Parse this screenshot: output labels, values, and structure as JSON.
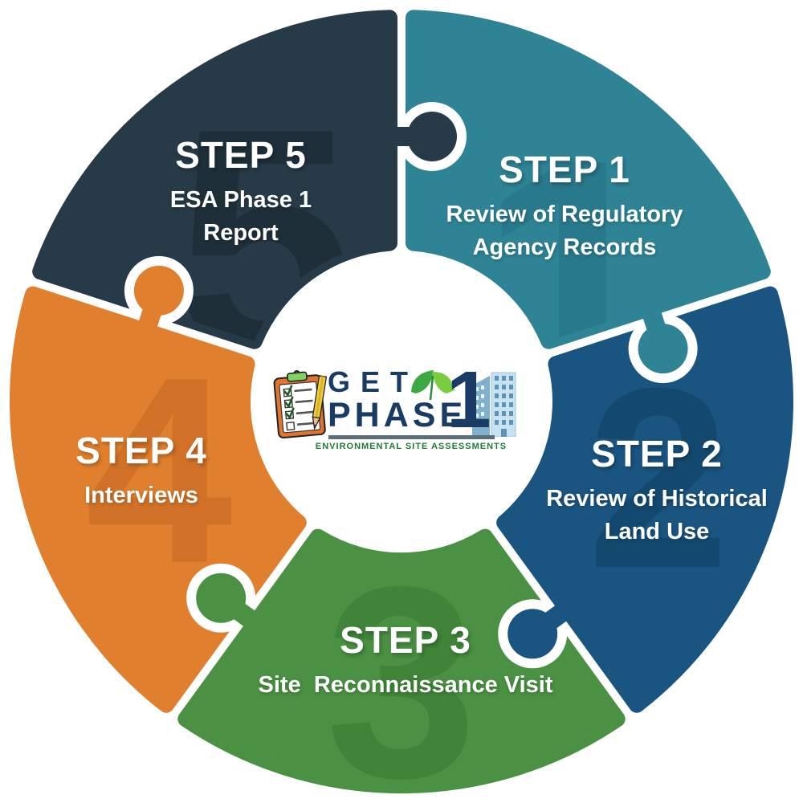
{
  "diagram": {
    "type": "circular-puzzle-process",
    "step_count": 5
  },
  "steps": [
    {
      "id": "step-1",
      "title": "STEP 1",
      "line1": "Review of Regulatory",
      "line2": "Agency Records",
      "numeral": "1",
      "color": "#2e8495",
      "numeral_color": "#28798c"
    },
    {
      "id": "step-2",
      "title": "STEP 2",
      "line1": "Review of Historical",
      "line2": "Land Use",
      "numeral": "2",
      "color": "#1a5480",
      "numeral_color": "#14496f"
    },
    {
      "id": "step-3",
      "title": "STEP 3",
      "line1": "Site  Reconnaissance Visit",
      "line2": "",
      "numeral": "3",
      "color": "#4a9143",
      "numeral_color": "#3f8438"
    },
    {
      "id": "step-4",
      "title": "STEP 4",
      "line1": "Interviews",
      "line2": "",
      "numeral": "4",
      "color": "#e0802e",
      "numeral_color": "#d17127"
    },
    {
      "id": "step-5",
      "title": "STEP 5",
      "line1": "ESA Phase 1",
      "line2": "Report",
      "numeral": "5",
      "color": "#273a47",
      "numeral_color": "#1f2f3a"
    }
  ],
  "logo": {
    "get": "GET",
    "phase": "PHASE",
    "one": "1",
    "tagline": "ENVIRONMENTAL SITE ASSESSMENTS",
    "navy": "#1a3b63",
    "tagline_green": "#1e7b36",
    "underline_color": "#5d6e7b",
    "clipboard_orange": "#e2752d",
    "clip_green": "#7fd35f",
    "pencil_yellow": "#f1cf3b",
    "leaf_dark_green": "#3da944",
    "leaf_light_green": "#7ccc42",
    "building_left_blue": "#7fb0cc",
    "building_right_blue": "#c7e2f0",
    "window_blue": "#5e93b8"
  },
  "text_color": "#ffffff",
  "background_color": "#ffffff"
}
